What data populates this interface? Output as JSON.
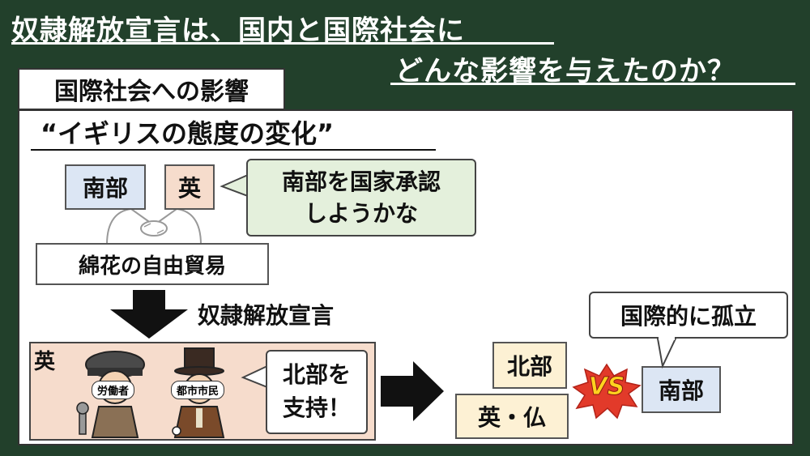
{
  "title": {
    "line1": "奴隷解放宣言は、国内と国際社会に",
    "line2": "どんな影響を与えたのか？"
  },
  "section_tag": "国際社会への影響",
  "subtitle": "“イギリスの態度の変化”",
  "top_row": {
    "south": "南部",
    "britain": "英",
    "speech_line1": "南部を国家承認",
    "speech_line2": "しようかな",
    "trade": "綿花の自由貿易"
  },
  "arrow_label": "奴隷解放宣言",
  "bottom_left": {
    "label": "英",
    "worker": "労働者",
    "citizen": "都市市民",
    "speech_line1": "北部を",
    "speech_line2": "支持！"
  },
  "result": {
    "north": "北部",
    "allies": "英・仏",
    "vs": "VS",
    "south": "南部",
    "isolation": "国際的に孤立"
  },
  "colors": {
    "background": "#22402b",
    "south_box": "#dce6f4",
    "britain_box": "#f6dccc",
    "speech_green": "#e4f0dc",
    "north_box": "#fdf1d4",
    "vs_red": "#e23a2a",
    "vs_yellow": "#ffd21f"
  },
  "icons": {
    "handshake": "handshake-icon",
    "down_arrow": "down-arrow-icon",
    "right_arrow": "right-arrow-icon"
  }
}
